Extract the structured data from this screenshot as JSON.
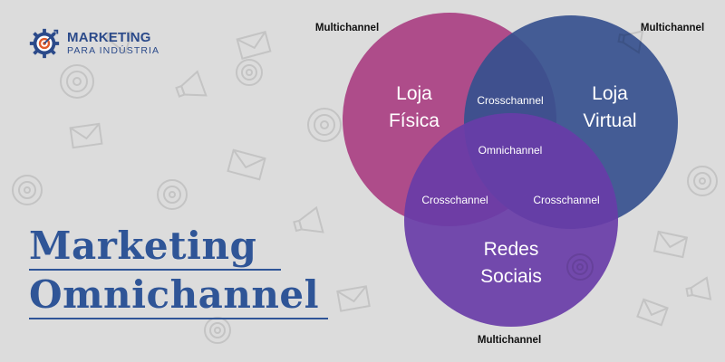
{
  "brand": {
    "name": "MARKETING",
    "tagline": "PARA INDÚSTRIA"
  },
  "headline": {
    "line1": "Marketing",
    "line2": "Omnichannel"
  },
  "venn": {
    "circles": {
      "physical_store": {
        "line1": "Loja",
        "line2": "Física",
        "color": "#c54a98"
      },
      "online_store": {
        "line1": "Loja",
        "line2": "Virtual",
        "color": "#3f5da6"
      },
      "social_networks": {
        "line1": "Redes",
        "line2": "Sociais",
        "color": "#7a45c3"
      }
    },
    "overlap_store_online": "Crosschannel",
    "overlap_store_social": "Crosschannel",
    "overlap_online_social": "Crosschannel",
    "center": "Omnichannel",
    "multichannel_top_left": "Multichannel",
    "multichannel_top_right": "Multichannel",
    "multichannel_bottom": "Multichannel"
  },
  "colors": {
    "background": "#dcdcdc",
    "headline": "#2f5597",
    "brand": "#2b4a8a",
    "brand_accent": "#e05a2a"
  }
}
